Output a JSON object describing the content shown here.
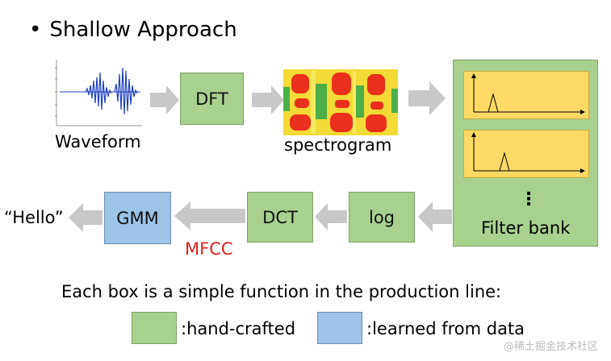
{
  "heading": {
    "bullet": "•",
    "text": "Shallow Approach"
  },
  "labels": {
    "waveform": "Waveform",
    "spectrogram": "spectrogram",
    "hello": "“Hello”",
    "mfcc": "MFCC"
  },
  "boxes": {
    "dft": "DFT",
    "dct": "DCT",
    "log": "log",
    "gmm": "GMM"
  },
  "filter_bank": {
    "dots": "⋮",
    "label": "Filter bank"
  },
  "caption": "Each box is a simple function in the production line:",
  "legend": {
    "green_label": ":hand-crafted",
    "blue_label": ":learned from data"
  },
  "watermark": "@稀土掘金技术社区",
  "colors": {
    "hand_crafted": "#a9d18e",
    "learned": "#9dc3e6",
    "filter": "#ffd966",
    "mfcc": "#e02020",
    "arrow": "#c8c8c8"
  }
}
